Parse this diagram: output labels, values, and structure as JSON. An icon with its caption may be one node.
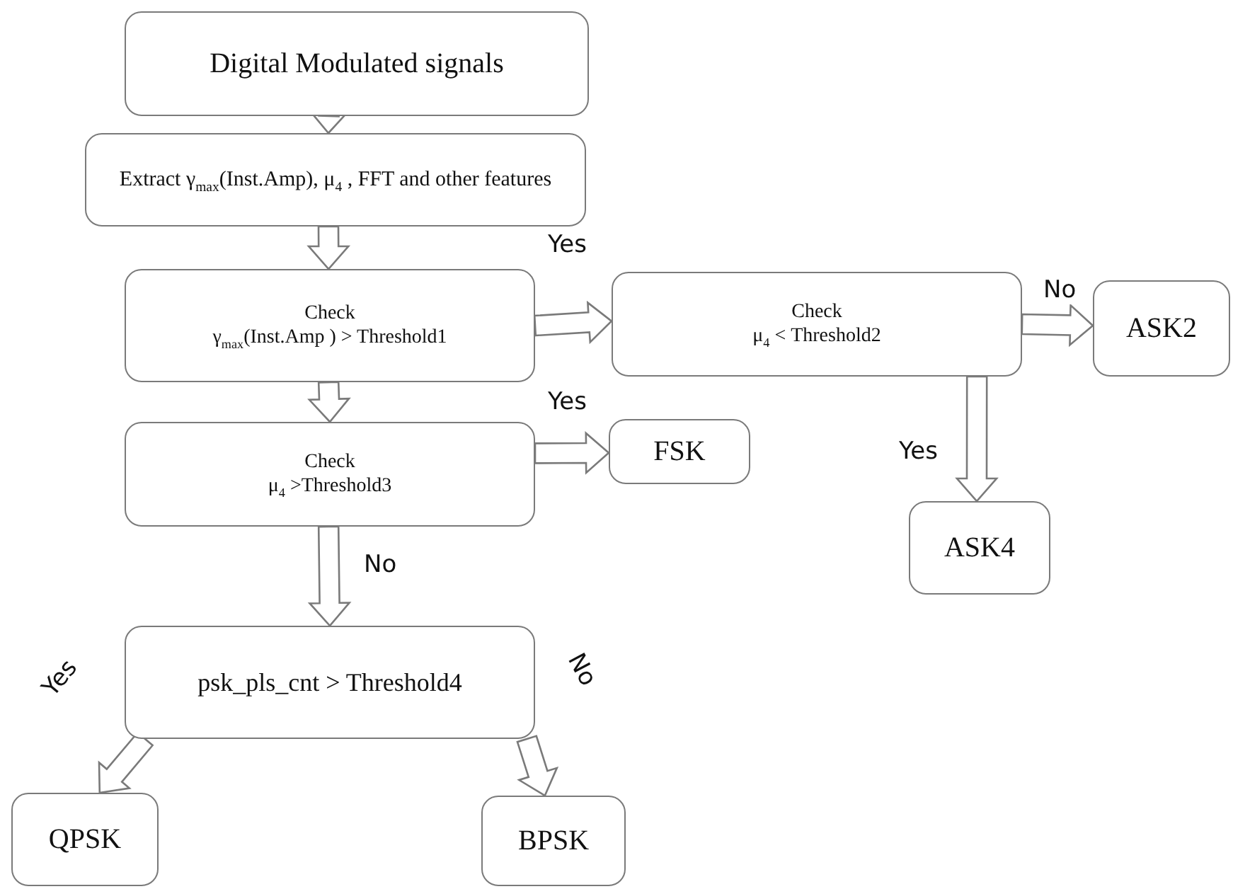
{
  "diagram": {
    "nodes": [
      {
        "text": [
          "Digital Modulated signals"
        ]
      },
      {
        "text": [
          "Extract γ$_{max}$(Inst.Amp),  μ$_{4}$ , FFT and other features"
        ]
      },
      {
        "text": [
          "Check",
          "γ$_{max}$(Inst.Amp ) > Threshold1"
        ]
      },
      {
        "text": [
          "Check",
          "μ$_{4}$ < Threshold2"
        ]
      },
      {
        "text": [
          "ASK2"
        ]
      },
      {
        "text": [
          "Check",
          "μ$_{4}$ >Threshold3"
        ]
      },
      {
        "text": [
          "FSK"
        ]
      },
      {
        "text": [
          "ASK4"
        ]
      },
      {
        "text": [
          "psk_pls_cnt > Threshold4"
        ]
      },
      {
        "text": [
          "QPSK"
        ]
      },
      {
        "text": [
          "BPSK"
        ]
      }
    ],
    "edges": [
      {
        "from": 0,
        "to": 1,
        "arrow": "to"
      },
      {
        "from": 1,
        "to": 2,
        "arrow": "to"
      },
      {
        "from": 2,
        "to": 3,
        "arrow": "to",
        "label": "Yes"
      },
      {
        "from": 3,
        "to": 4,
        "arrow": "to",
        "label": "No"
      },
      {
        "from": 3,
        "to": 7,
        "arrow": "to",
        "label": "Yes"
      },
      {
        "from": 2,
        "to": 5,
        "arrow": "to"
      },
      {
        "from": 5,
        "to": 6,
        "arrow": "to",
        "label": "Yes"
      },
      {
        "from": 5,
        "to": 8,
        "arrow": "to",
        "label": "No"
      },
      {
        "from": 8,
        "to": 9,
        "arrow": "to",
        "label": "Yes"
      },
      {
        "from": 8,
        "to": 10,
        "arrow": "to",
        "label": "No"
      }
    ]
  }
}
